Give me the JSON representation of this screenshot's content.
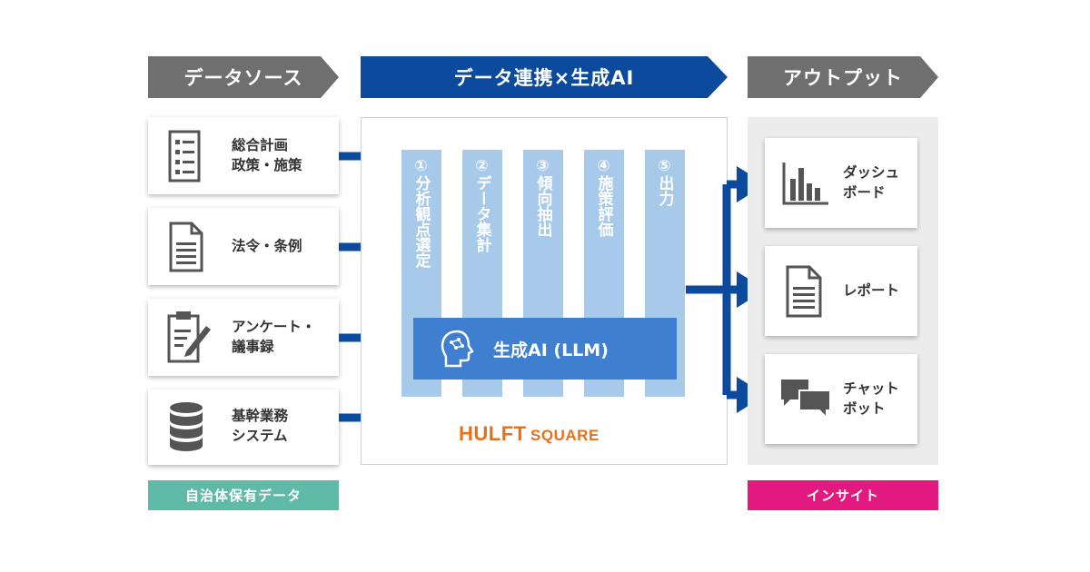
{
  "banners": {
    "source": "データソース",
    "center": "データ連携×生成AI",
    "output": "アウトプット"
  },
  "sources": [
    {
      "line1": "総合計画",
      "line2": "政策・施策",
      "icon": "checklist-icon"
    },
    {
      "line1": "法令・条例",
      "line2": "",
      "icon": "document-icon"
    },
    {
      "line1": "アンケート・",
      "line2": "議事録",
      "icon": "clipboard-pen-icon"
    },
    {
      "line1": "基幹業務",
      "line2": "システム",
      "icon": "database-icon"
    }
  ],
  "steps": [
    "①分析観点選定",
    "②データ集計",
    "③傾向抽出",
    "④施策評価",
    "⑤出力"
  ],
  "llm": {
    "label": "生成AI (LLM)",
    "icon": "ai-head-icon"
  },
  "product": {
    "name_main": "HULFT",
    "name_sub": "SQUARE"
  },
  "outputs": [
    {
      "line1": "ダッシュ",
      "line2": "ボード",
      "icon": "bar-chart-icon"
    },
    {
      "line1": "レポート",
      "line2": "",
      "icon": "report-icon"
    },
    {
      "line1": "チャット",
      "line2": "ボット",
      "icon": "chat-bubbles-icon"
    }
  ],
  "footers": {
    "left": "自治体保有データ",
    "right": "インサイト"
  },
  "colors": {
    "banner_gray": "#6f6f6f",
    "banner_blue": "#0b4a9c",
    "step_column": "#a7c9ea",
    "llm_bar": "#3f7fcf",
    "hulft_orange": "#e8701a",
    "footer_left": "#5fbba8",
    "footer_right": "#e2197e"
  }
}
